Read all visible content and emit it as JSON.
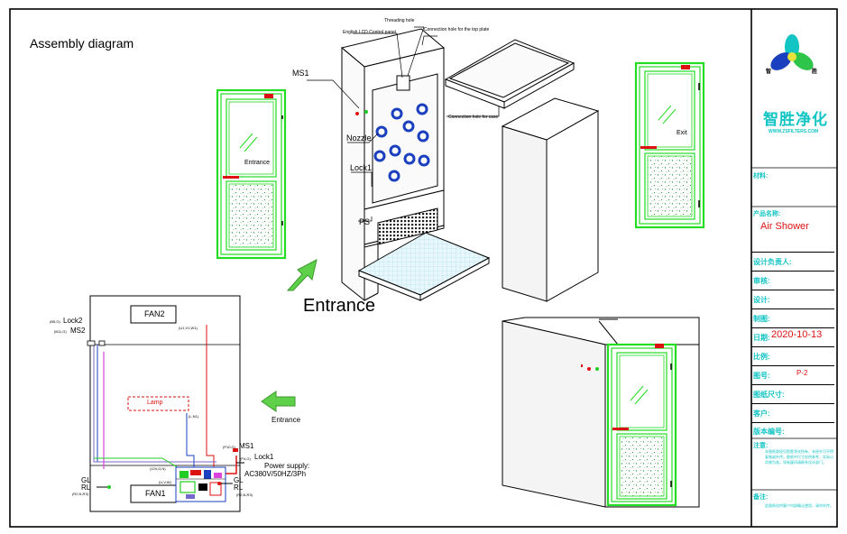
{
  "title": "Assembly   diagram",
  "callouts": {
    "threading_hole": "Threading hole",
    "lcd_panel": "English LCD Control panel",
    "top_plate_hole": "Connection hole for the top plate",
    "case_hole": "Connection hole for case",
    "ms1": "MS1",
    "nozzle": "Nozzle",
    "lock1": "Lock1",
    "ps": "PS"
  },
  "doors": {
    "entrance": "Entrance",
    "exit": "Exit"
  },
  "entrance_big": "Entrance",
  "schematic": {
    "fan2": "FAN2",
    "fan1": "FAN1",
    "lamp": "Lamp",
    "lock2": "Lock2",
    "lock2_code": "(B5,G)",
    "ms2": "MS2",
    "ms2_code": "(B11,G)",
    "ms1": "MS1",
    "ms1_code": "(P10,G)",
    "lock1": "Lock1",
    "lock1_code": "(P4,G)",
    "gl": "GL",
    "rl": "RL",
    "glrl_code": "(R2,N,R3)",
    "glrl_code_right": "(R2,N,R3)",
    "wire_top": "(U1,V1,W1)",
    "wire_mid": "(L,N1)",
    "wire_bot": "(12V,G,N)",
    "wire_bot2": "(U,V,W)",
    "power1": "Power  supply:",
    "power2": "AC380V/50HZ/3Ph",
    "entrance": "Entrance"
  },
  "title_block": {
    "company": "智胜净化",
    "website": "WWW.ZSFILTERS.COM",
    "logo_chars": [
      "智",
      "胜"
    ],
    "material_label": "材料:",
    "product_label": "产品名称:",
    "product_value": "Air Shower",
    "designer_label": "设计负责人:",
    "review_label": "审核:",
    "design_label": "设计:",
    "drafting_label": "制图:",
    "date_label": "日期:",
    "date_value": "2020-10-13",
    "scale_label": "比例:",
    "drawing_no_label": "图号:",
    "drawing_no_value": "P-2",
    "size_label": "图纸尺寸:",
    "client_label": "客户:",
    "version_label": "版本编号:",
    "notes_label": "注意:",
    "notes_text": "本图纸版权归智胜净化所有，未经许可不得复制或外传。图纸中尺寸仅供参考，实际以实物为准。如有疑问请联系设计部门。",
    "remark_label": "备注:",
    "remark_text": "此图纸仅供客户内部确认使用，请勿外传。"
  },
  "colors": {
    "door_green": "#22dd22",
    "accent_cyan": "#12c4c4",
    "red": "#dd1111",
    "nozzle_blue": "#1a3fbf",
    "arrow_green": "#5fd04a"
  }
}
